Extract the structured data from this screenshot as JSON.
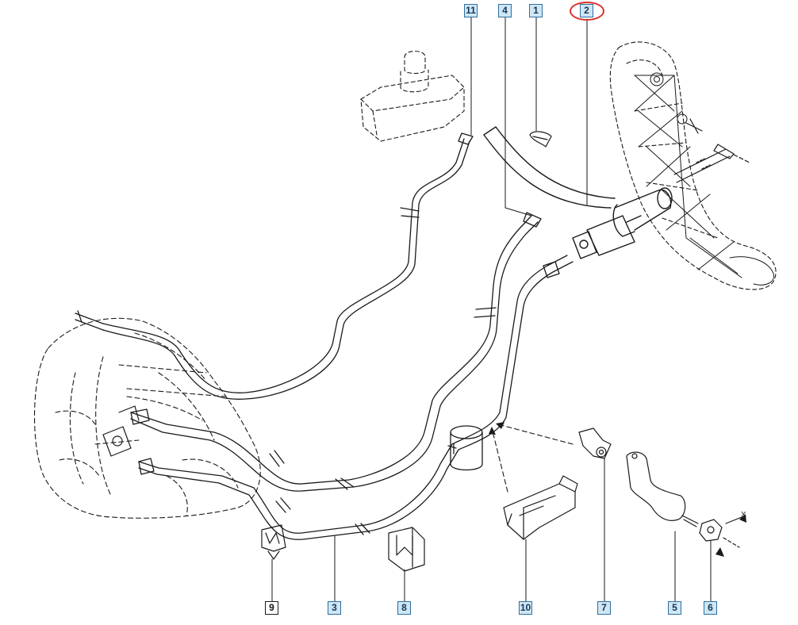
{
  "diagram": {
    "callouts": [
      {
        "id": "c11",
        "label": "11",
        "style": "blue"
      },
      {
        "id": "c4",
        "label": "4",
        "style": "blue"
      },
      {
        "id": "c1",
        "label": "1",
        "style": "blue"
      },
      {
        "id": "c2",
        "label": "2",
        "style": "blue",
        "highlighted": true
      },
      {
        "id": "c9",
        "label": "9",
        "style": "white"
      },
      {
        "id": "c3",
        "label": "3",
        "style": "blue"
      },
      {
        "id": "c8",
        "label": "8",
        "style": "blue"
      },
      {
        "id": "c10",
        "label": "10",
        "style": "blue"
      },
      {
        "id": "c7",
        "label": "7",
        "style": "blue"
      },
      {
        "id": "c5",
        "label": "5",
        "style": "blue"
      },
      {
        "id": "c6",
        "label": "6",
        "style": "blue"
      }
    ],
    "axis_label": "X",
    "highlight_color": "#d8312b",
    "callout_fill": "#cfe6f4",
    "line_color": "#1a1a1a"
  }
}
